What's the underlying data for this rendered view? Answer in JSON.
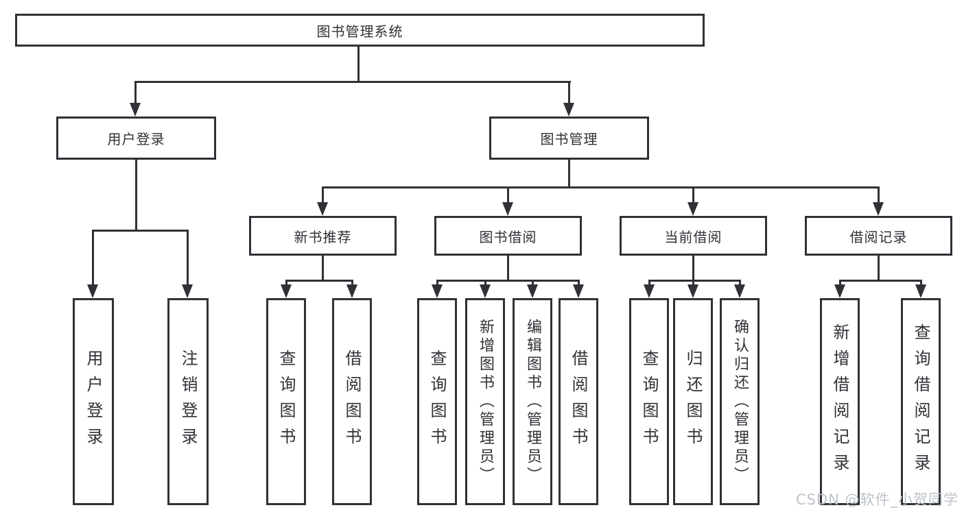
{
  "title": "图书管理系统",
  "watermark": "CSDN @软件_小贺同学",
  "colors": {
    "line": "#2f3136",
    "text": "#2f3136",
    "background": "#ffffff",
    "watermark": "#bcc2c8"
  },
  "tree": {
    "root": {
      "label": "图书管理系统"
    },
    "branches": [
      {
        "label": "用户登录",
        "children": [
          {
            "label": "用户登录"
          },
          {
            "label": "注销登录"
          }
        ]
      },
      {
        "label": "图书管理",
        "children": [
          {
            "label": "新书推荐",
            "children": [
              {
                "label": "查询图书"
              },
              {
                "label": "借阅图书"
              }
            ]
          },
          {
            "label": "图书借阅",
            "children": [
              {
                "label": "查询图书"
              },
              {
                "label": "新增图书（管理员）"
              },
              {
                "label": "编辑图书（管理员）"
              },
              {
                "label": "借阅图书"
              }
            ]
          },
          {
            "label": "当前借阅",
            "children": [
              {
                "label": "查询图书"
              },
              {
                "label": "归还图书"
              },
              {
                "label": "确认归还（管理员）"
              }
            ]
          },
          {
            "label": "借阅记录",
            "children": [
              {
                "label": "新增借阅记录"
              },
              {
                "label": "查询借阅记录"
              }
            ]
          }
        ]
      }
    ]
  }
}
